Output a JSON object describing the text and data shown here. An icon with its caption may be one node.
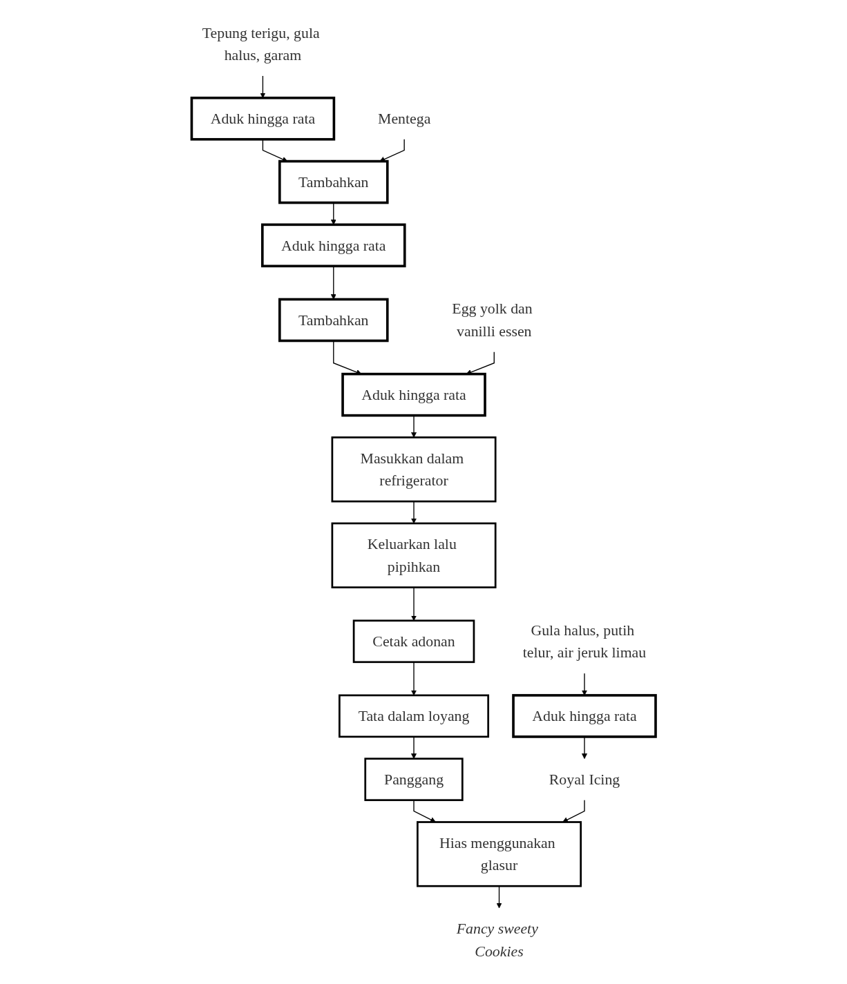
{
  "diagram": {
    "nodes": [
      {
        "text": [
          "Tepung terigu, gula halus, garam"
        ]
      },
      {
        "text": [
          "Aduk hingga rata"
        ]
      },
      {
        "text": [
          "Tambahkan"
        ]
      },
      {
        "text": [
          "Mentega"
        ]
      },
      {
        "text": [
          "Aduk hingga rata"
        ]
      },
      {
        "text": [
          "Tambahkan"
        ]
      },
      {
        "text": [
          "Egg yolk dan vanilli essen"
        ]
      },
      {
        "text": [
          "Aduk hingga rata"
        ]
      },
      {
        "text": [
          "Masukkan dalam refrigerator"
        ]
      },
      {
        "text": [
          "Keluarkan lalu pipihkan"
        ]
      },
      {
        "text": [
          "Cetak adonan"
        ]
      },
      {
        "text": [
          "Tata dalam loyang"
        ]
      },
      {
        "text": [
          "Panggang"
        ]
      },
      {
        "text": [
          "Hias menggunakan glasur"
        ]
      },
      {
        "text": [
          "Fancy sweety Cookies"
        ]
      },
      {
        "text": [
          "Gula halus, putih telur, air jeruk limau"
        ]
      },
      {
        "text": [
          "Aduk hingga rata"
        ]
      },
      {
        "text": [
          "Royal Icing"
        ]
      }
    ],
    "edges": [
      {
        "from": 0,
        "to": 1,
        "arrow": "to"
      },
      {
        "from": 1,
        "to": 2,
        "arrow": "to"
      },
      {
        "from": 3,
        "to": 2,
        "arrow": "to"
      },
      {
        "from": 2,
        "to": 4,
        "arrow": "to"
      },
      {
        "from": 4,
        "to": 5,
        "arrow": "to"
      },
      {
        "from": 5,
        "to": 7,
        "arrow": "to"
      },
      {
        "from": 6,
        "to": 7,
        "arrow": "to"
      },
      {
        "from": 7,
        "to": 8,
        "arrow": "to"
      },
      {
        "from": 8,
        "to": 9,
        "arrow": "to"
      },
      {
        "from": 9,
        "to": 10,
        "arrow": "to"
      },
      {
        "from": 10,
        "to": 11,
        "arrow": "to"
      },
      {
        "from": 11,
        "to": 12,
        "arrow": "to"
      },
      {
        "from": 12,
        "to": 13,
        "arrow": "to"
      },
      {
        "from": 13,
        "to": 14,
        "arrow": "to"
      },
      {
        "from": 15,
        "to": 16,
        "arrow": "to"
      },
      {
        "from": 16,
        "to": 17,
        "arrow": "to"
      },
      {
        "from": 17,
        "to": 13,
        "arrow": "to"
      }
    ]
  }
}
